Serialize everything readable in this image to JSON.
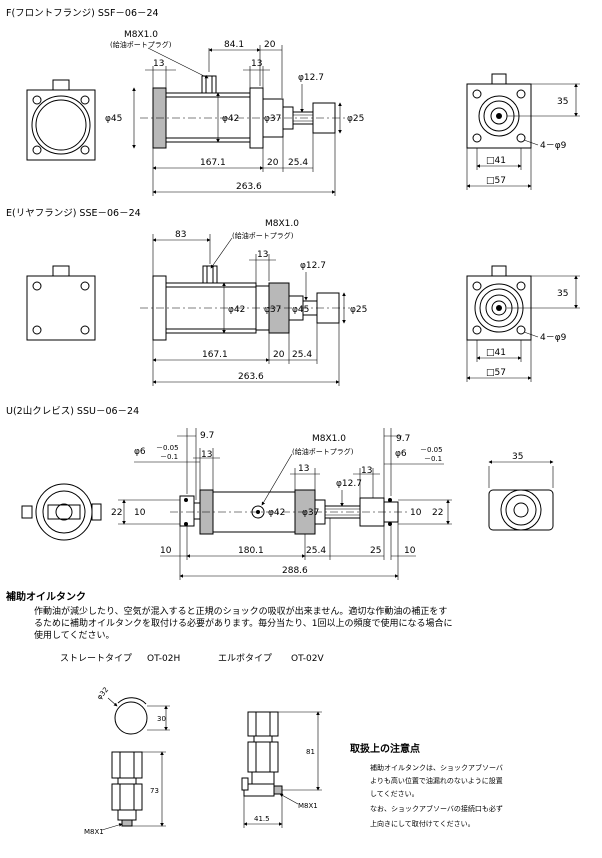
{
  "sections": {
    "f": {
      "title": "F(フロントフランジ) SSF－06－24"
    },
    "e": {
      "title": "E(リヤフランジ) SSE－06－24"
    },
    "u": {
      "title": "U(2山クレビス) SSU－06－24"
    },
    "tank": {
      "title": "補助オイルタンク"
    }
  },
  "port_label": "M8X1.0",
  "port_note": "(給油ポートプラグ)",
  "dims": {
    "f": {
      "d84": "84.1",
      "d20": "20",
      "d13a": "13",
      "d13b": "13",
      "d127": "φ12.7",
      "d45": "φ45",
      "d42": "φ42",
      "d37": "φ37",
      "d25": "φ25",
      "d1671": "167.1",
      "d20b": "20",
      "d254": "25.4",
      "d2636": "263.6",
      "d35": "35",
      "dholes": "4－φ9",
      "d41": "□41",
      "d57": "□57"
    },
    "e": {
      "d83": "83",
      "d13": "13",
      "d127": "φ12.7",
      "d42": "φ42",
      "d37": "φ37",
      "d45": "φ45",
      "d25": "φ25",
      "d1671": "167.1",
      "d20": "20",
      "d254": "25.4",
      "d2636": "263.6",
      "d35": "35",
      "dholes": "4－φ9",
      "d41": "□41",
      "d57": "□57"
    },
    "u": {
      "d97a": "9.7",
      "d97b": "9.7",
      "d13a": "13",
      "d13b": "13",
      "d13c": "13",
      "d6a": "φ6",
      "d6b": "φ6",
      "tol_up": "－0.05",
      "tol_dn": "－0.1",
      "d22a": "22",
      "d22b": "22",
      "d10a": "10",
      "d10b": "10",
      "d10c": "10",
      "d10d": "10",
      "d127": "φ12.7",
      "d42": "φ42",
      "d37": "φ37",
      "d1801": "180.1",
      "d254": "25.4",
      "d25": "25",
      "d2886": "288.6",
      "d35": "35"
    }
  },
  "tank": {
    "text1": "作動油が減少したり、空気が混入すると正規のショックの吸収が出来ません。適切な作動油の補正をす",
    "text2": "るために補助オイルタンクを取付ける必要があります。毎分当たり、1回以上の頻度で使用になる場合に",
    "text3": "使用してください。",
    "type1_label": "ストレートタイプ",
    "type1_code": "OT-02H",
    "type2_label": "エルボタイプ",
    "type2_code": "OT-02V",
    "d32": "φ32",
    "d30": "30",
    "d73": "73",
    "d81": "81",
    "d415": "41.5",
    "port1": "M8X1",
    "port2": "M8X1"
  },
  "caution": {
    "title": "取扱上の注意点",
    "l1": "補助オイルタンクは、ショックアブソーバ",
    "l2": "よりも高い位置で油漏れのないように設置",
    "l3": "してください。",
    "l4": "なお、ショックアブソーバの接続口も必ず",
    "l5": "上向きにして取付けてください。"
  }
}
